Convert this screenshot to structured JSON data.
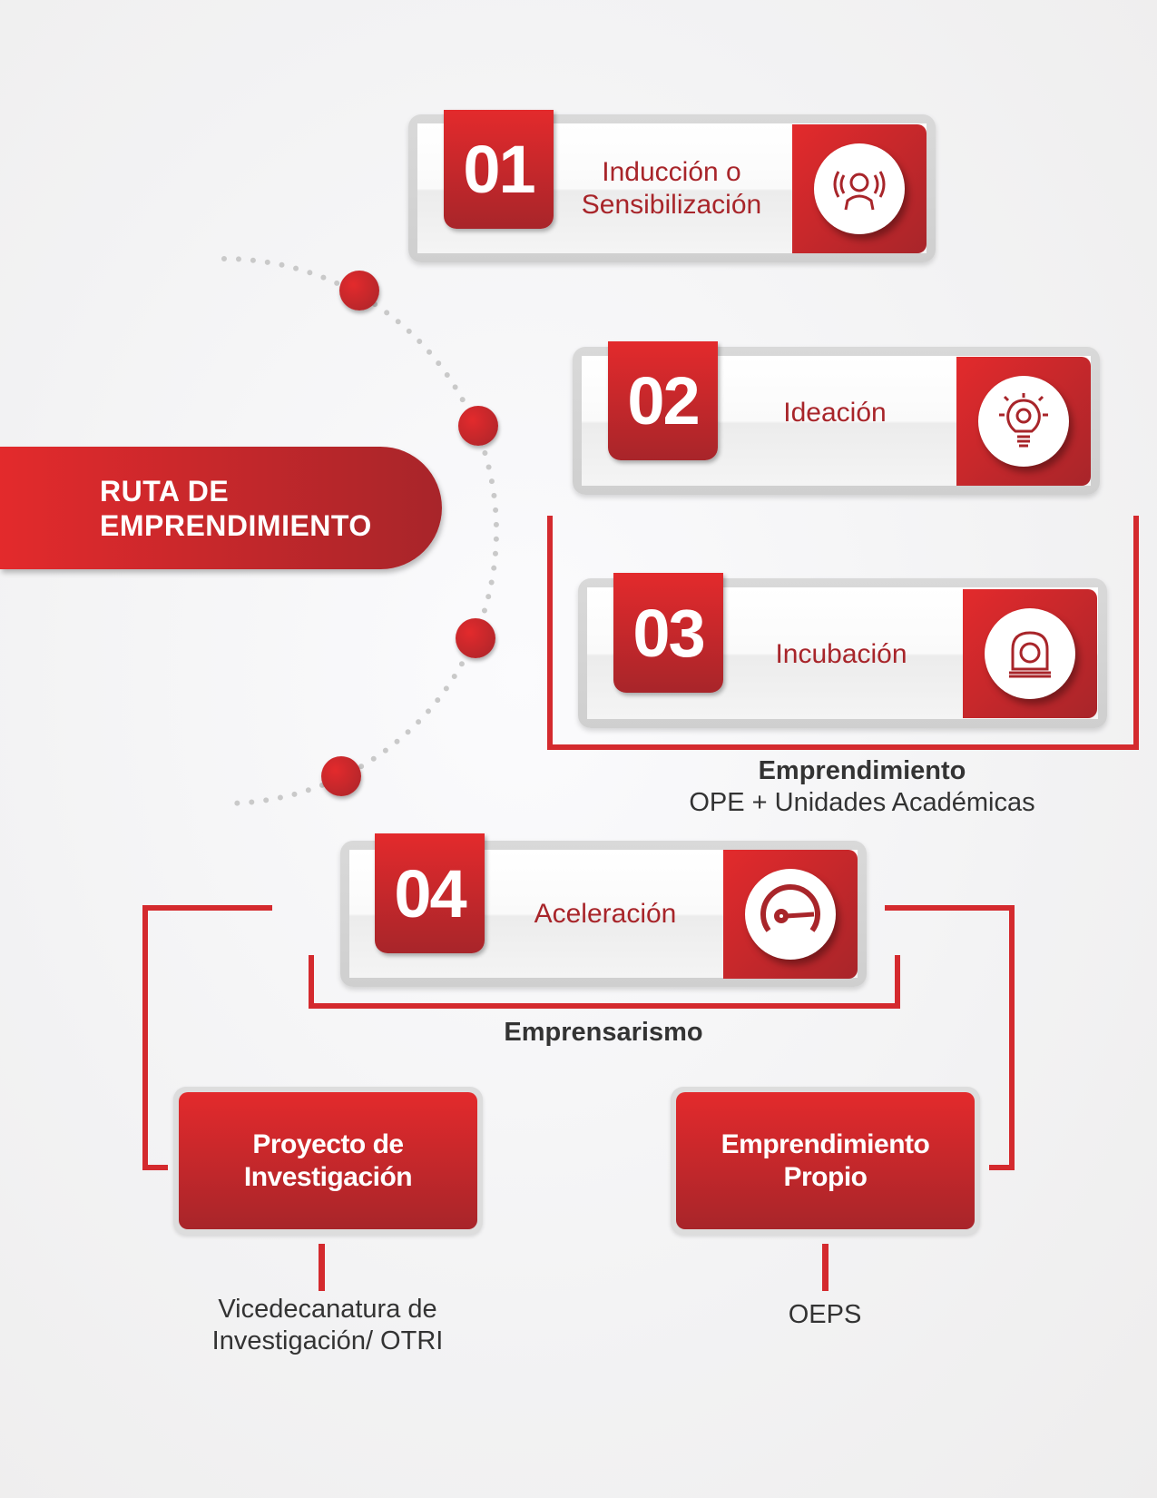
{
  "title": "RUTA DE EMPRENDIMIENTO",
  "title_lines": [
    "RUTA DE",
    "EMPRENDIMIENTO"
  ],
  "steps": [
    {
      "number": "01",
      "label_lines": [
        "Inducción o",
        "Sensibilización"
      ],
      "icon": "person-broadcast-icon"
    },
    {
      "number": "02",
      "label_lines": [
        "Ideación"
      ],
      "icon": "lightbulb-gear-icon"
    },
    {
      "number": "03",
      "label_lines": [
        "Incubación"
      ],
      "icon": "incubator-gear-icon"
    },
    {
      "number": "04",
      "label_lines": [
        "Aceleración"
      ],
      "icon": "speedometer-icon"
    }
  ],
  "group_emprendimiento": {
    "title": "Emprendimiento",
    "subtitle": "OPE + Unidades Académicas"
  },
  "group_empresarismo": {
    "title": "Emprensarismo"
  },
  "outcomes": [
    {
      "label_lines": [
        "Proyecto de",
        "Investigación"
      ],
      "owner_lines": [
        "Vicedecanatura de",
        "Investigación/ OTRI"
      ]
    },
    {
      "label_lines": [
        "Emprendimiento",
        "Propio"
      ],
      "owner_lines": [
        "OEPS"
      ]
    }
  ],
  "colors": {
    "accent": "#d42a2e",
    "accent_dark": "#a8252a",
    "text": "#333333"
  }
}
